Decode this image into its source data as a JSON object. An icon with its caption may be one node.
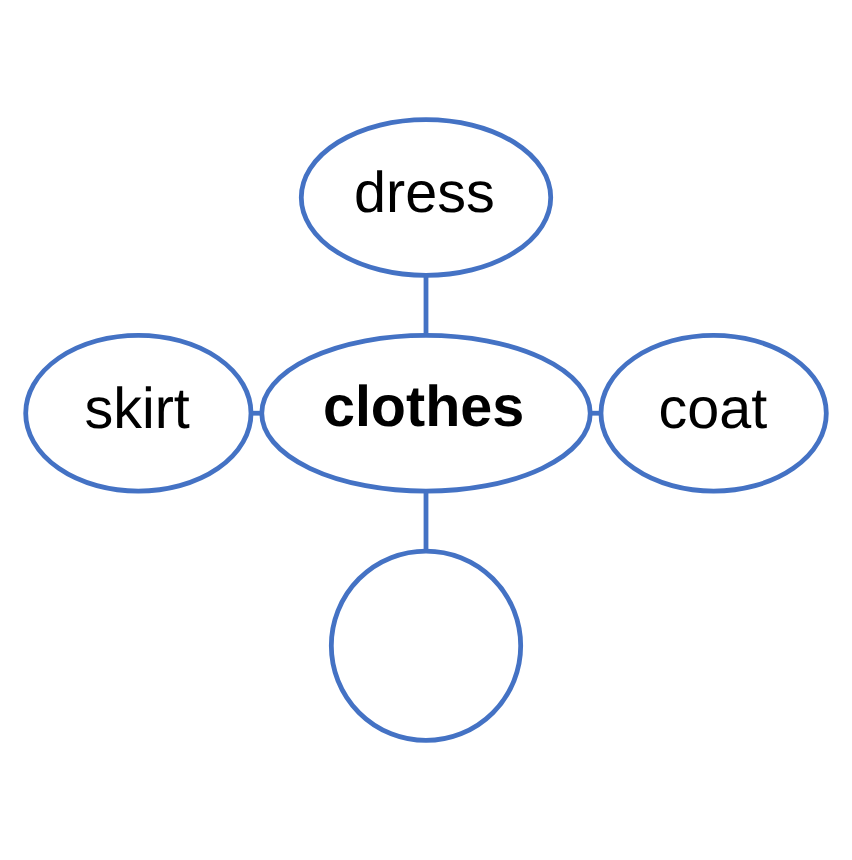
{
  "diagram": {
    "nodes": [
      {
        "text": [
          "dress"
        ]
      },
      {
        "text": [
          "skirt"
        ]
      },
      {
        "text": [
          "clothes"
        ]
      },
      {
        "text": [
          "coat"
        ]
      },
      {
        "text": [],
        "shape": "circle"
      }
    ],
    "edges": [
      {
        "from": 0,
        "to": 2,
        "arrow": "none"
      },
      {
        "from": 1,
        "to": 2,
        "arrow": "none"
      },
      {
        "from": 2,
        "to": 3,
        "arrow": "none"
      },
      {
        "from": 2,
        "to": 4,
        "arrow": "none"
      }
    ]
  }
}
